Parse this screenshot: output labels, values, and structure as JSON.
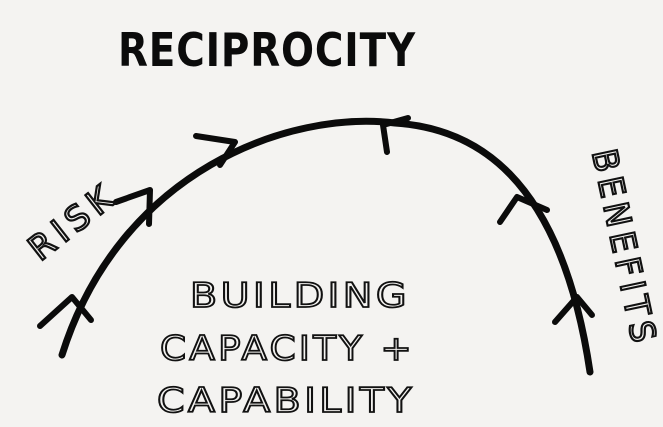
{
  "title": "RECIPROCITY",
  "left_label": "RISK",
  "right_label": "BENEFITS",
  "center_lines": [
    "BUILDING",
    "CAPACITY +",
    "CAPABILITY"
  ],
  "colors": {
    "background": "#f4f3f1",
    "ink": "#0b0b0b"
  },
  "arrows": {
    "left_side_direction": "up",
    "right_side_direction": "up"
  }
}
